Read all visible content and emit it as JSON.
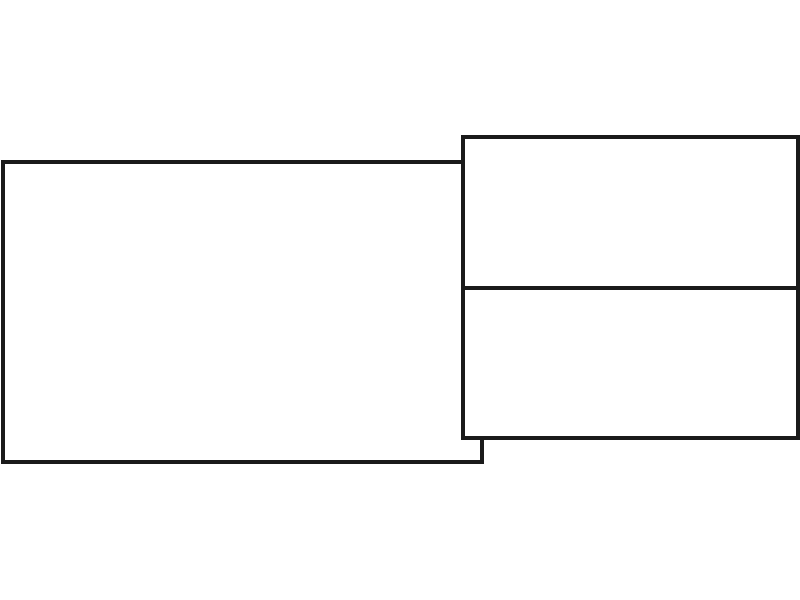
{
  "diagram": {
    "background": "#ffffff",
    "stroke_color": "#1a1a1a",
    "shapes": [
      {
        "name": "large-rectangle",
        "kind": "rectangle"
      },
      {
        "name": "upper-small-rectangle",
        "kind": "rectangle"
      },
      {
        "name": "lower-small-rectangle",
        "kind": "rectangle"
      }
    ]
  }
}
